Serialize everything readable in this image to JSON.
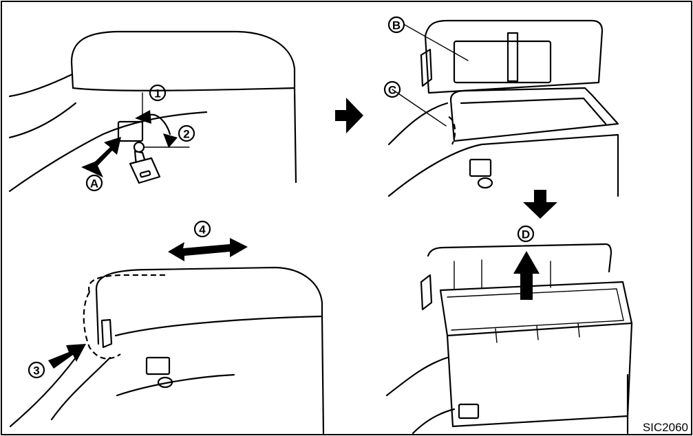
{
  "labels": {
    "step1": "1",
    "step2": "2",
    "step3": "3",
    "step4": "4",
    "partA": "A",
    "partB": "B",
    "partC": "C",
    "partD": "D"
  },
  "figure_code": "SIC2060",
  "colors": {
    "ink": "#000000",
    "paper": "#ffffff"
  }
}
